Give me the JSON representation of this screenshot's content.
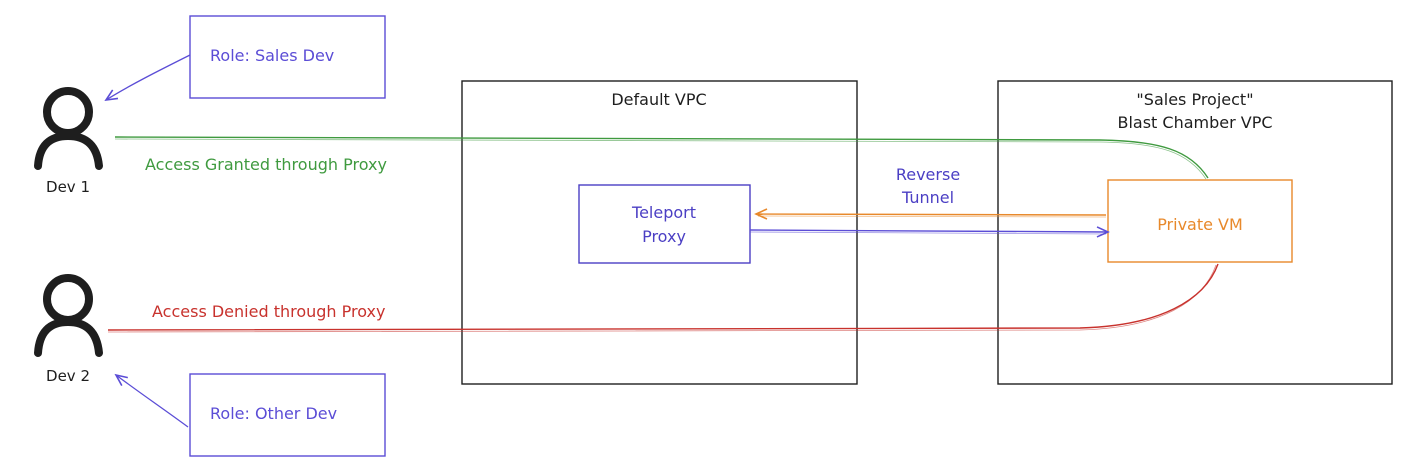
{
  "colors": {
    "stroke": "#1e1e1e",
    "role": "#5b4dd6",
    "proxy": "#4b3fc4",
    "vm": "#e8892b",
    "granted": "#3f9a3f",
    "denied": "#c8322d",
    "tunnel_label": "#4b3fc4"
  },
  "users": [
    {
      "label": "Dev 1",
      "icon": "person-icon"
    },
    {
      "label": "Dev 2",
      "icon": "person-icon"
    }
  ],
  "roles": [
    {
      "label": "Role: Sales Dev"
    },
    {
      "label": "Role: Other Dev"
    }
  ],
  "vpcs": {
    "default": {
      "title": "Default VPC"
    },
    "sales": {
      "title_line1": "\"Sales Project\"",
      "title_line2": "Blast Chamber VPC"
    }
  },
  "nodes": {
    "proxy": {
      "line1": "Teleport",
      "line2": "Proxy"
    },
    "private_vm": {
      "label": "Private VM"
    }
  },
  "edges": {
    "granted": {
      "label": "Access Granted through Proxy"
    },
    "denied": {
      "label": "Access Denied through Proxy"
    },
    "tunnel": {
      "line1": "Reverse",
      "line2": "Tunnel"
    }
  }
}
